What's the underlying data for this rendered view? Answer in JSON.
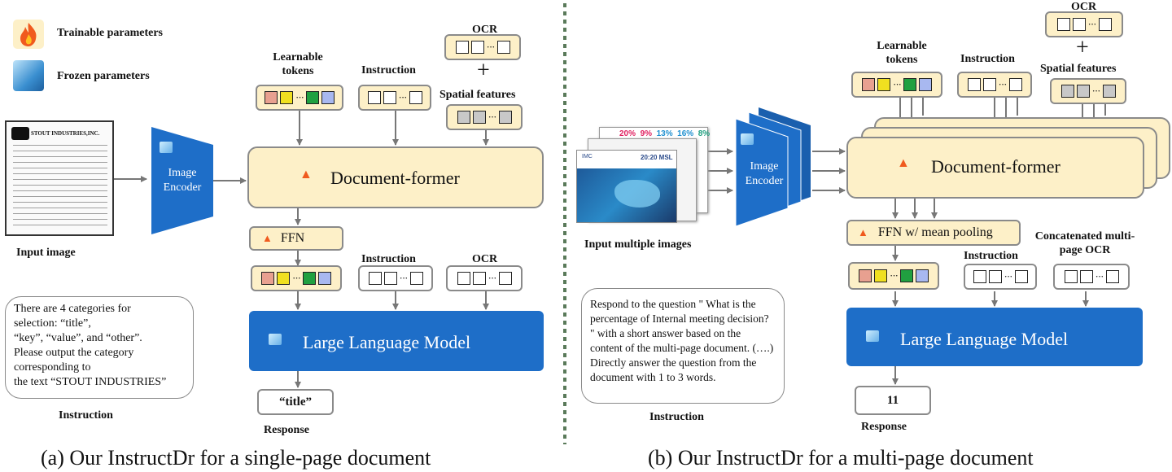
{
  "legend": {
    "trainable": "Trainable parameters",
    "frozen": "Frozen  parameters"
  },
  "left": {
    "input_label": "Input image",
    "doc_header": "STOUT INDUSTRIES,INC.",
    "encoder": [
      "Image",
      "Encoder"
    ],
    "learnable_tokens": "Learnable tokens",
    "instruction_top": "Instruction",
    "ocr_top": "OCR",
    "plus": "+",
    "spatial": "Spatial features",
    "former": "Document-former",
    "ffn": "FFN",
    "instruction_mid": "Instruction",
    "ocr_mid": "OCR",
    "llm": "Large Language Model",
    "response_value": "“title”",
    "response_label": "Response",
    "instruction_text": [
      "There are 4 categories for",
      "selection: “title”,",
      "“key”, “value”, and “other”.",
      "Please output the category",
      "corresponding to",
      "the text “STOUT INDUSTRIES”"
    ],
    "instruction_label": "Instruction",
    "caption": "(a) Our InstructDr for a single-page document"
  },
  "right": {
    "input_label": "Input multiple images",
    "page_numbers": [
      "20%",
      "9%",
      "13%",
      "16%",
      "8%"
    ],
    "page_title": "20:20 MSL",
    "page_brand": "IMC",
    "encoder": [
      "Image",
      "Encoder"
    ],
    "learnable_tokens": "Learnable tokens",
    "instruction_top": "Instruction",
    "ocr_top": "OCR",
    "plus": "+",
    "spatial": "Spatial features",
    "former": "Document-former",
    "ffn": "FFN w/ mean pooling",
    "instruction_mid": "Instruction",
    "concat_ocr": "Concatenated multi-page OCR",
    "llm": "Large Language Model",
    "response_value": "11",
    "response_label": "Response",
    "instruction_text": "Respond to the question \" What is the percentage of Internal meeting decision? \" with a short answer based on the content of the multi-page document. (….) Directly answer the question from the document with 1 to 3 words.",
    "instruction_label": "Instruction",
    "caption": "(b) Our InstructDr for a multi-page document"
  },
  "colors": {
    "token_fill": "#fdf0c8",
    "llm_fill": "#1e6ec8",
    "encoder_fill": "#1e6ec8",
    "token_colors": [
      "#e8a090",
      "#f0e020",
      "#20a040",
      "#a8b8f0"
    ],
    "feature_gray": "#c8c8c8"
  },
  "dots": "···"
}
